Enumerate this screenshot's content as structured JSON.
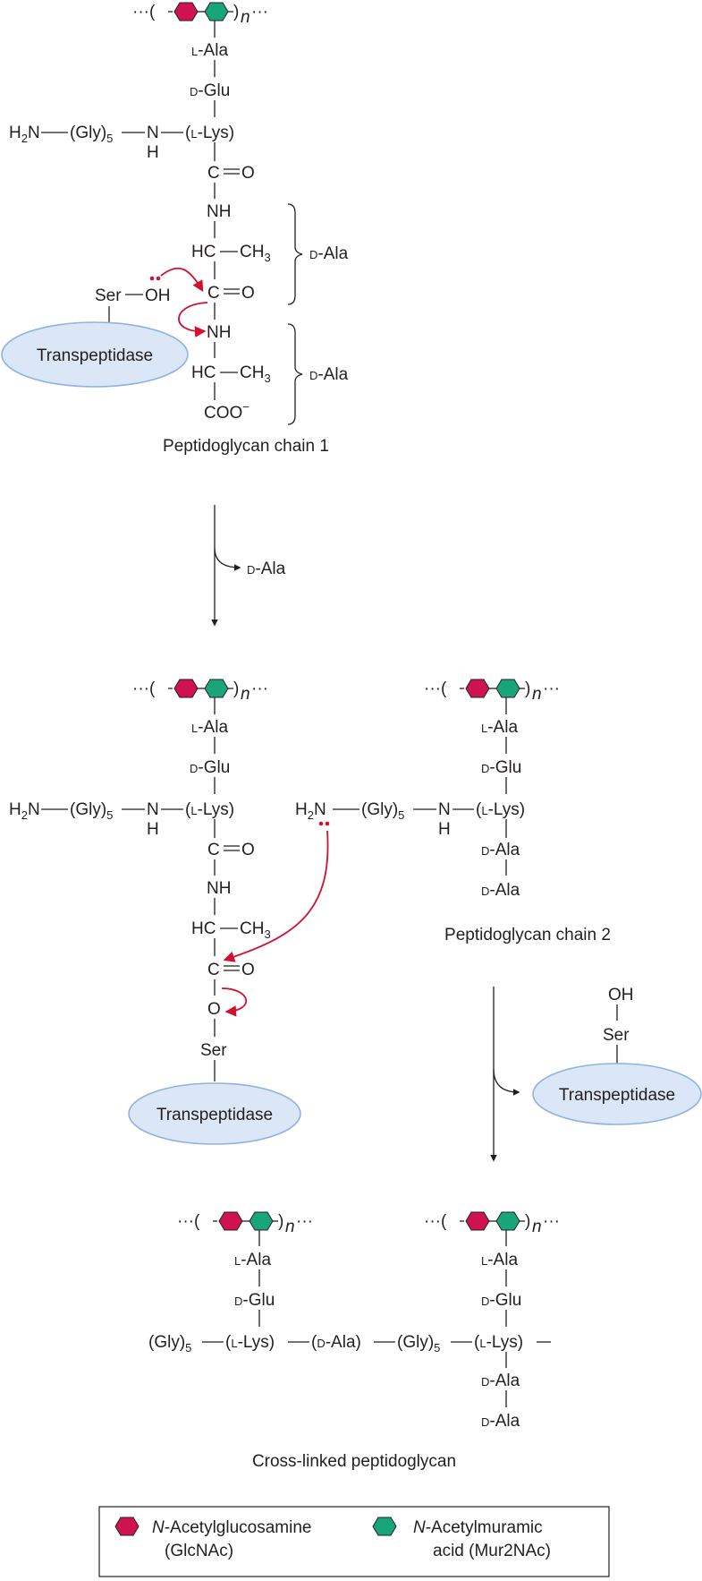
{
  "labels": {
    "dots_left": "···(",
    "dots_right": ")",
    "n": "n",
    "dots_end": "···",
    "l_prefix": "L",
    "d_prefix": "D",
    "ala": "-Ala",
    "glu": "-Glu",
    "lys_open": "-(",
    "lys": "Lys)",
    "h2n": "H",
    "h2n_sub": "2",
    "h2n_n": "N",
    "gly": "(Gly)",
    "gly_sub": "5",
    "n_atom": "N",
    "h_atom": "H",
    "c_atom": "C",
    "o_atom": "O",
    "nh": "NH",
    "hc": "HC",
    "ch3": "CH",
    "ch3_sub": "3",
    "coo": "COO",
    "coo_charge": "−",
    "ser": "Ser",
    "oh": "OH",
    "o_single": "O",
    "d_ala_bracket": "-Ala",
    "lys_plain": "(L-Lys)",
    "dala_plain": "(D-Ala)"
  },
  "enzyme": {
    "name": "Transpeptidase"
  },
  "captions": {
    "chain1": "Peptidoglycan chain 1",
    "chain2": "Peptidoglycan chain 2",
    "crosslinked": "Cross-linked peptidoglycan"
  },
  "release": {
    "d": "D",
    "ala": "-Ala"
  },
  "legend": {
    "glcnac_italic": "N",
    "glcnac_rest": "-Acetylglucosamine",
    "glcnac_abbr": "(GlcNAc)",
    "murnac_italic": "N",
    "murnac_rest": "-Acetylmuramic",
    "murnac_abbr": "acid (Mur2NAc)"
  },
  "colors": {
    "glcnac": "#cf1350",
    "murnac": "#18a57a",
    "arrow": "#d3102f",
    "enzyme_fill": "#dbe7f6",
    "enzyme_stroke": "#8db3e2"
  }
}
